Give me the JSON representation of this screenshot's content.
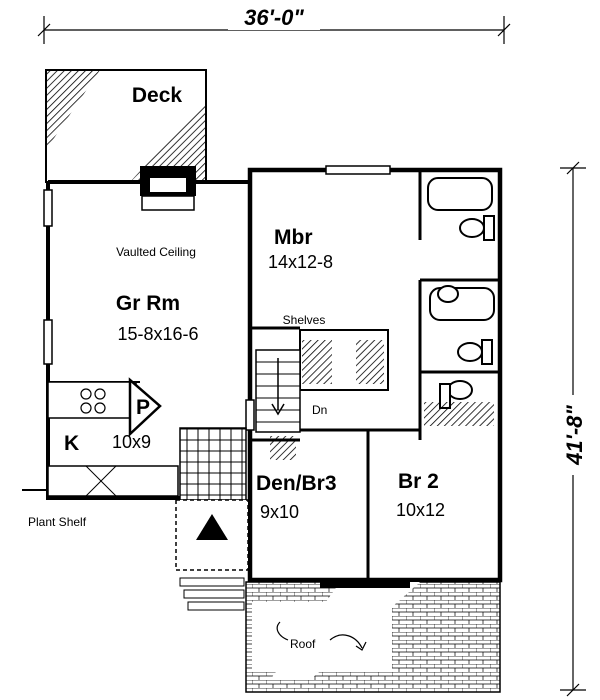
{
  "dimensions": {
    "width": "36'-0\"",
    "depth": "41'-8\""
  },
  "rooms": {
    "deck": {
      "name": "Deck"
    },
    "great_room": {
      "note": "Vaulted Ceiling",
      "name": "Gr Rm",
      "size": "15-8x16-6"
    },
    "master_bedroom": {
      "name": "Mbr",
      "size": "14x12-8"
    },
    "kitchen": {
      "name": "K",
      "size": "10x9",
      "pantry": "P"
    },
    "den": {
      "name": "Den/Br3",
      "size": "9x10"
    },
    "bedroom2": {
      "name": "Br 2",
      "size": "10x12"
    }
  },
  "labels": {
    "shelves": "Shelves",
    "stair_down": "Dn",
    "plant_shelf": "Plant Shelf",
    "roof": "Roof"
  }
}
